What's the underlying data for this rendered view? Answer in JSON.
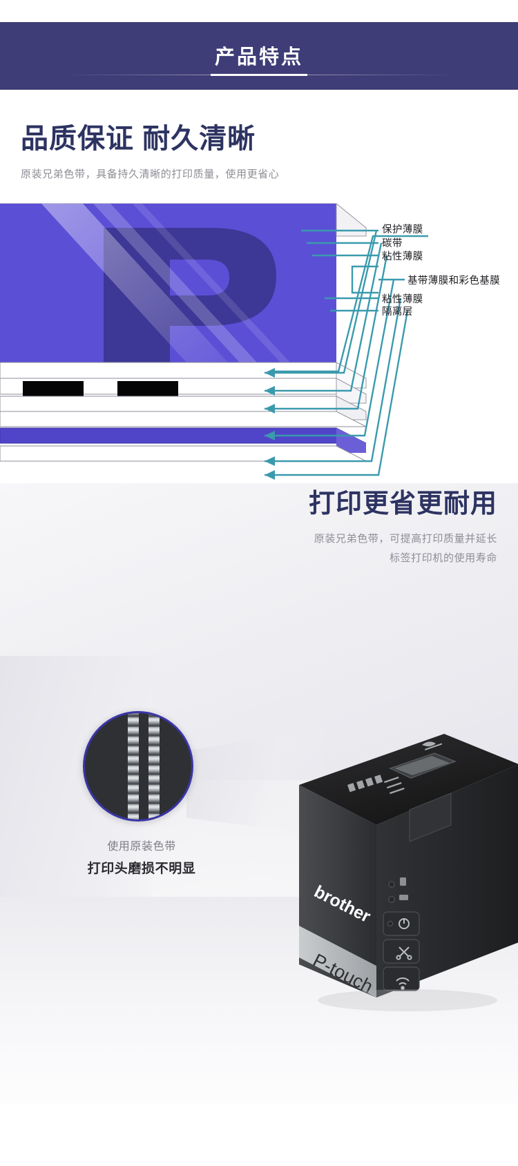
{
  "banner": {
    "title": "产品特点"
  },
  "section_quality": {
    "heading": "品质保证 耐久清晰",
    "subheading": "原装兄弟色带，具备持久清晰的打印质量，使用更省心",
    "diagram": {
      "name": "tape-layer-exploded-diagram",
      "labels": [
        "保护薄膜",
        "碳带",
        "粘性薄膜",
        "基带薄膜和彩色基膜",
        "粘性薄膜",
        "隔离层"
      ],
      "colors": {
        "top_layer": "#5b4fd6",
        "top_layer_dark": "#3b3590",
        "leader_line": "#3a9aad",
        "base_layer": "#5044c8"
      }
    }
  },
  "section_durable": {
    "heading": "打印更省更耐用",
    "subheading_line1": "原装兄弟色带，可提高打印质量并延长",
    "subheading_line2": "标签打印机的使用寿命",
    "magnifier": {
      "name": "print-head-magnifier",
      "ring_color": "#3a35a8"
    },
    "caption_small": "使用原装色带",
    "caption_big": "打印头磨损不明显",
    "printer": {
      "brand": "brother",
      "model_label": "P-touch",
      "buttons": [
        "power-icon",
        "cut-icon",
        "wifi-icon"
      ],
      "indicators": [
        "tape-indicator",
        "battery-indicator"
      ]
    }
  },
  "theme": {
    "banner_bg": "#3e3d77",
    "heading_color": "#2d3361",
    "subtext_color": "#8d8d96"
  }
}
